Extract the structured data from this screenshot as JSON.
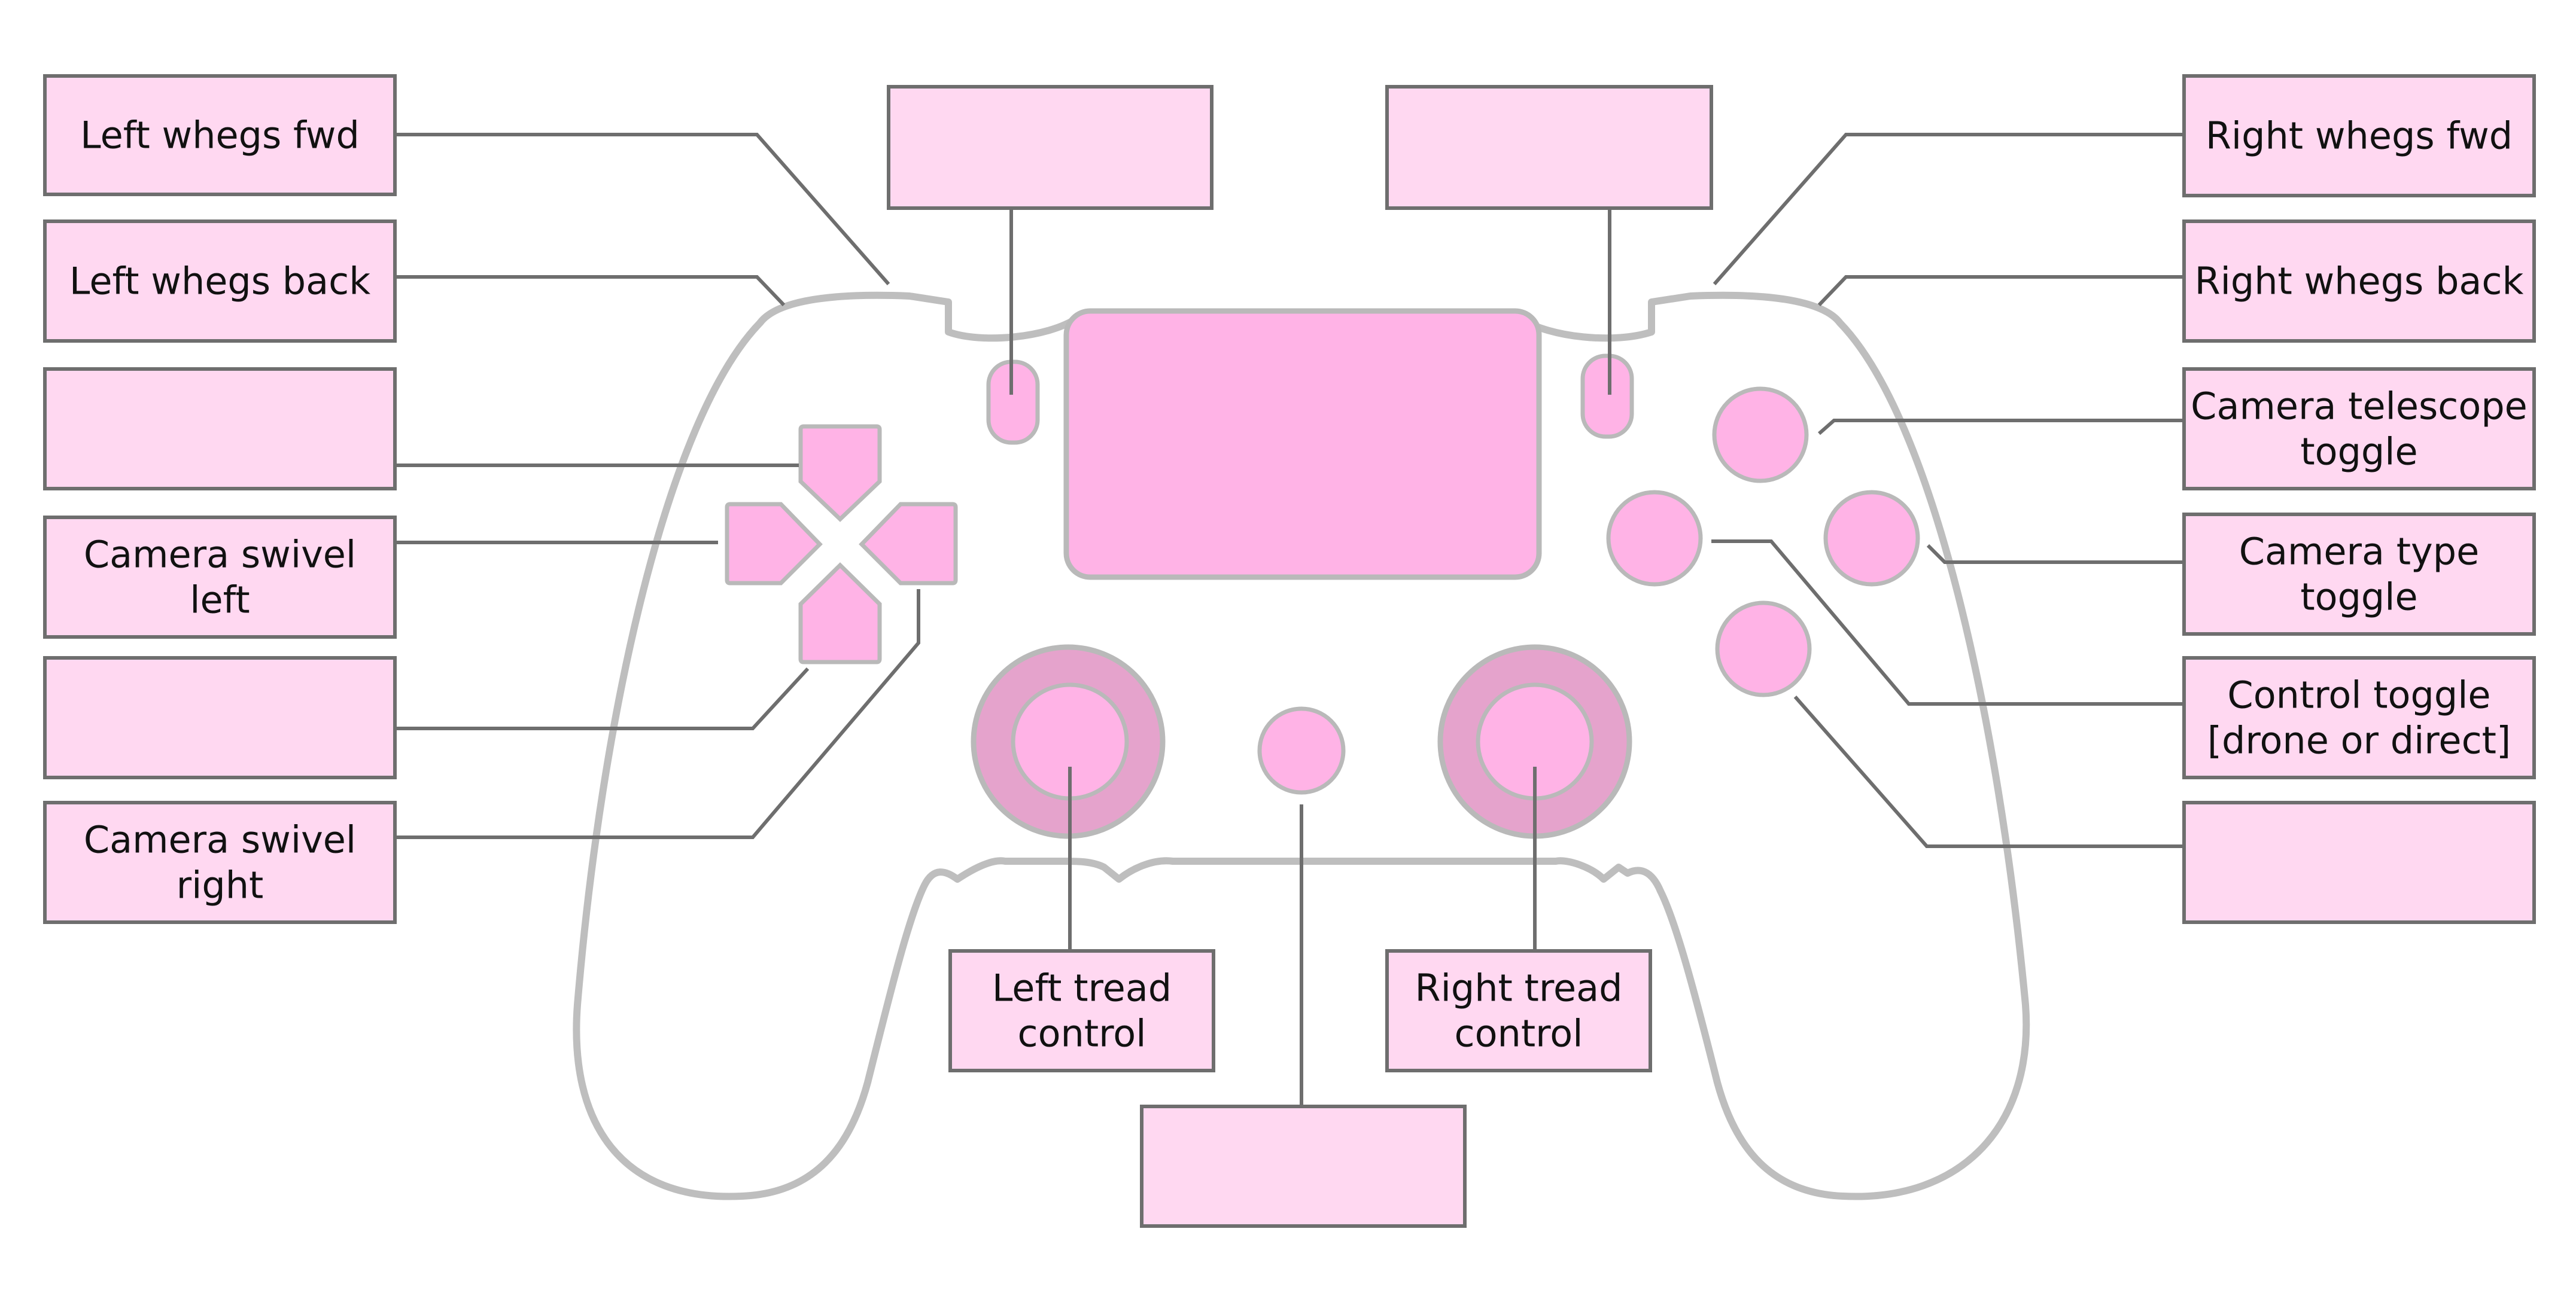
{
  "colors": {
    "label_fill": "#ffd8f1",
    "label_stroke": "#6e6e6e",
    "button_fill": "#ffb3e6",
    "button_stroke": "#b9b9b9",
    "stick_ring": "#e5a3cc",
    "body_stroke": "#bebebe",
    "leader": "#6e6e6e",
    "text": "#111111"
  },
  "labels": {
    "left_whegs_fwd": [
      "Left whegs fwd"
    ],
    "left_whegs_back": [
      "Left whegs back"
    ],
    "dpad_up": [],
    "camera_swivel_left": [
      "Camera swivel",
      "left"
    ],
    "dpad_down": [],
    "camera_swivel_right": [
      "Camera swivel",
      "right"
    ],
    "share": [],
    "options": [],
    "right_whegs_fwd": [
      "Right whegs fwd"
    ],
    "right_whegs_back": [
      "Right whegs back"
    ],
    "camera_telescope_toggle": [
      "Camera telescope",
      "toggle"
    ],
    "camera_type_toggle": [
      "Camera type",
      "toggle"
    ],
    "control_toggle": [
      "Control toggle",
      "[drone or direct]"
    ],
    "cross": [],
    "left_tread_control": [
      "Left tread",
      "control"
    ],
    "right_tread_control": [
      "Right tread",
      "control"
    ],
    "ps_button": []
  }
}
